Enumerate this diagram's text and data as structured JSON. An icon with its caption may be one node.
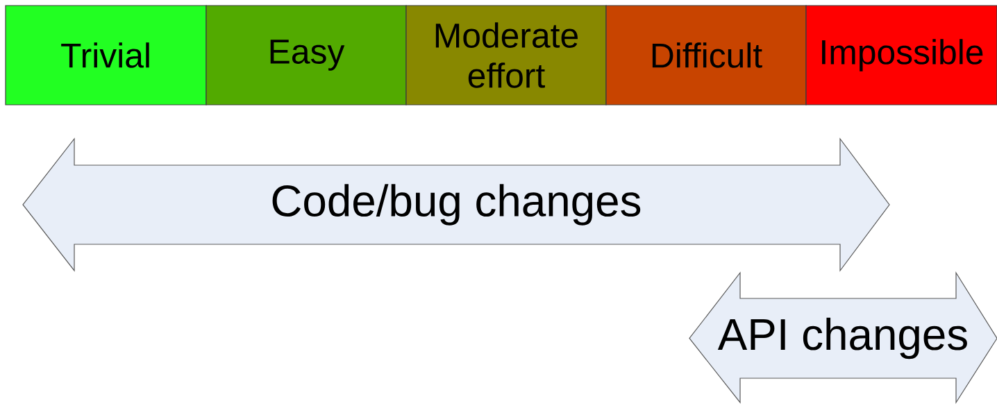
{
  "diagram": {
    "nodes": [
      {
        "text": [
          "Trivial"
        ]
      },
      {
        "text": [
          "Easy"
        ]
      },
      {
        "text": [
          "Moderate effort"
        ]
      },
      {
        "text": [
          "Difficult"
        ]
      },
      {
        "text": [
          "Impossible"
        ]
      },
      {
        "text": [
          "Code/bug changes"
        ]
      },
      {
        "text": [
          "API changes"
        ]
      }
    ]
  }
}
